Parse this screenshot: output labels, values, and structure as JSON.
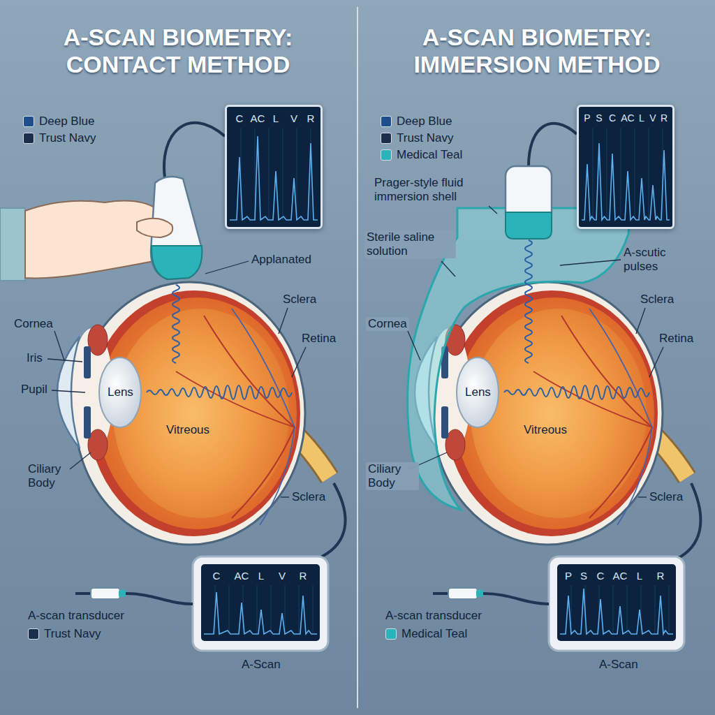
{
  "diagram": {
    "nodes": [
      {
        "text": [
          "A-SCAN BIOMETRY: CONTACT METHOD"
        ]
      },
      {
        "text": [
          "C",
          "AC",
          "L",
          "V",
          "R"
        ],
        "in": 0
      },
      {
        "text": [
          "C",
          "AC",
          "L",
          "V",
          "R"
        ],
        "in": 0
      },
      {
        "text": [
          "A-SCAN BIOMETRY: IMMERSION METHOD"
        ]
      },
      {
        "text": [
          "P",
          "S",
          "C",
          "AC",
          "L",
          "V",
          "R"
        ],
        "in": 3
      },
      {
        "text": [
          "P",
          "S",
          "C",
          "AC",
          "L",
          "R"
        ],
        "in": 3
      }
    ],
    "labels": [
      "Applanated",
      "Sclera",
      "Retina",
      "Cornea",
      "Iris",
      "Pupil",
      "Lens",
      "Vitreous",
      "Ciliary Body",
      "Sclera",
      "A-scan transducer",
      "A-Scan",
      "Prager-style fluid immersion shell",
      "Sterile saline solution",
      "A-scutic pulses",
      "Sclera",
      "Retina",
      "Cornea",
      "Lens",
      "Vitreous",
      "Ciliary Body",
      "Sclera",
      "A-scan transducer",
      "A-Scan"
    ],
    "legend": [
      {
        "text": "Deep Blue",
        "color": "#1f4e8c"
      },
      {
        "text": "Trust Navy",
        "color": "#1b2f4d"
      },
      {
        "text": "Trust Navy",
        "color": "#1b2f4d"
      },
      {
        "text": "Deep Blue",
        "color": "#1f4e8c"
      },
      {
        "text": "Trust Navy",
        "color": "#1b2f4d"
      },
      {
        "text": "Medical Teal",
        "color": "#2ab3b8"
      },
      {
        "text": "Medical Teal",
        "color": "#2ab3b8"
      }
    ]
  }
}
